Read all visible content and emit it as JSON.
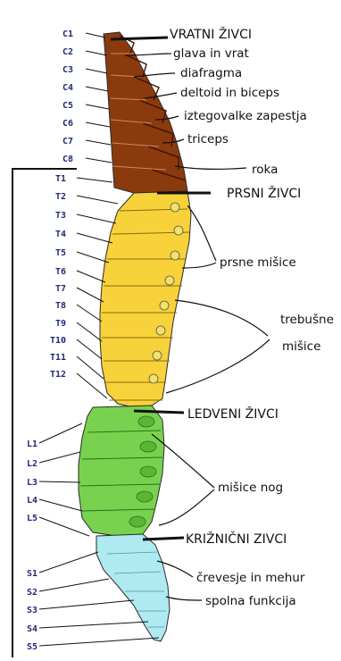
{
  "vertebra_labels": {
    "cervical": [
      "C1",
      "C2",
      "C3",
      "C4",
      "C5",
      "C6",
      "C7",
      "C8"
    ],
    "thoracic": [
      "T1",
      "T2",
      "T3",
      "T4",
      "T5",
      "T6",
      "T7",
      "T8",
      "T9",
      "T10",
      "T11",
      "T12"
    ],
    "lumbar": [
      "L1",
      "L2",
      "L3",
      "L4",
      "L5"
    ],
    "sacral": [
      "S1",
      "S2",
      "S3",
      "S4",
      "S5"
    ]
  },
  "annotations": {
    "vratni": "VRATNI ŽIVCI",
    "glava": "glava in vrat",
    "diafragma": "diafragma",
    "deltoid": "deltoid in biceps",
    "iztegovalke": "iztegovalke zapestja",
    "triceps": "triceps",
    "roka": "roka",
    "prsni": "PRSNI ŽIVCI",
    "prsne_misice": "prsne mišice",
    "trebusne_1": "trebušne",
    "trebusne_2": "mišice",
    "ledveni": "LEDVENI ŽIVCI",
    "misice_nog": "mišice nog",
    "kriznicni": "KRIŽNIČNI ZIVCI",
    "crevesje": "črevesje in mehur",
    "spolna": "spolna funkcija"
  },
  "colors": {
    "cervical": "#8b3a0e",
    "thoracic": "#f8d23a",
    "lumbar": "#79d24f",
    "sacral": "#aeeaf0",
    "outline": "#2a2a2a",
    "label_blue": "#1e2a78"
  }
}
